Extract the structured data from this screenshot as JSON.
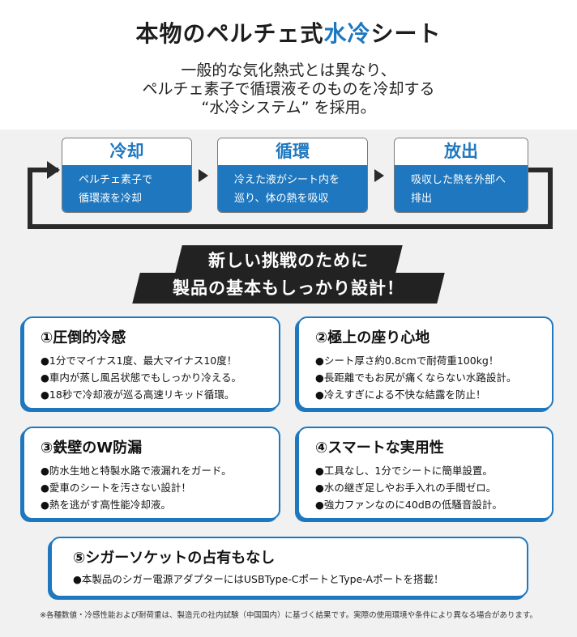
{
  "header": {
    "headline_pre": "本物のペルチェ式",
    "headline_accent": "水冷",
    "headline_post": "シート",
    "intro_lines": [
      "一般的な気化熱式とは異なり、",
      "ペルチェ素子で循環液そのものを冷却する",
      "“水冷システム” を採用。"
    ],
    "accent_color": "#1f78bf"
  },
  "cycle": [
    {
      "title": "冷却",
      "lines": [
        "ペルチェ素子で",
        "循環液を冷却"
      ]
    },
    {
      "title": "循環",
      "lines": [
        "冷えた液がシート内を",
        "巡り、体の熱を吸収"
      ]
    },
    {
      "title": "放出",
      "lines": [
        "吸収した熱を外部へ",
        "排出"
      ]
    }
  ],
  "banner": {
    "line1": "新しい挑戦のために",
    "line2": "製品の基本もしっかり設計！"
  },
  "features": [
    {
      "title": "①圧倒的冷感",
      "items": [
        "●1分でマイナス1度、最大マイナス10度！",
        "●車内が蒸し風呂状態でもしっかり冷える。",
        "●18秒で冷却液が巡る高速リキッド循環。"
      ]
    },
    {
      "title": "②極上の座り心地",
      "items": [
        "●シート厚さ約0.8cmで耐荷重100kg！",
        "●長距離でもお尻が痛くならない水路設計。",
        "●冷えすぎによる不快な結露を防止！"
      ]
    },
    {
      "title": "③鉄壁のW防漏",
      "items": [
        "●防水生地と特製水路で液漏れをガード。",
        "●愛車のシートを汚さない設計！",
        "●熱を逃がす高性能冷却液。"
      ]
    },
    {
      "title": "④スマートな実用性",
      "items": [
        "●工具なし、1分でシートに簡単設置。",
        "●水の継ぎ足しやお手入れの手間ゼロ。",
        "●強力ファンなのに40dBの低騒音設計。"
      ]
    },
    {
      "title": "⑤シガーソケットの占有もなし",
      "items": [
        "●本製品のシガー電源アダプターにはUSBType-CポートとType-Aポートを搭載！"
      ]
    }
  ],
  "footnote": "※各種数値・冷感性能および耐荷重は、製造元の社内試験（中国国内）に基づく結果です。実際の使用環境や条件により異なる場合があります。"
}
